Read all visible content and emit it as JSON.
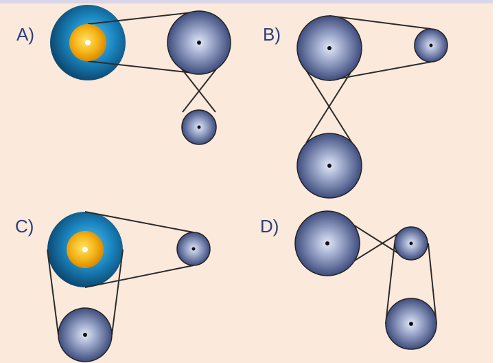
{
  "panels": {
    "a": {
      "label": "A)"
    },
    "b": {
      "label": "B)"
    },
    "c": {
      "label": "C)"
    },
    "d": {
      "label": "D)"
    }
  },
  "colors": {
    "background": "#fbe9dc",
    "top_strip": "#d9d6ea",
    "belt": "#2b2b2b",
    "label": "#2a3f7a",
    "gear_grey_center": "#d9dff0",
    "gear_grey_edge": "#3f4d7e",
    "drive_blue_center": "#4fb6e8",
    "drive_blue_edge": "#0c4a73",
    "hub_yellow_center": "#ffd84a",
    "hub_yellow_edge": "#d98a00"
  }
}
